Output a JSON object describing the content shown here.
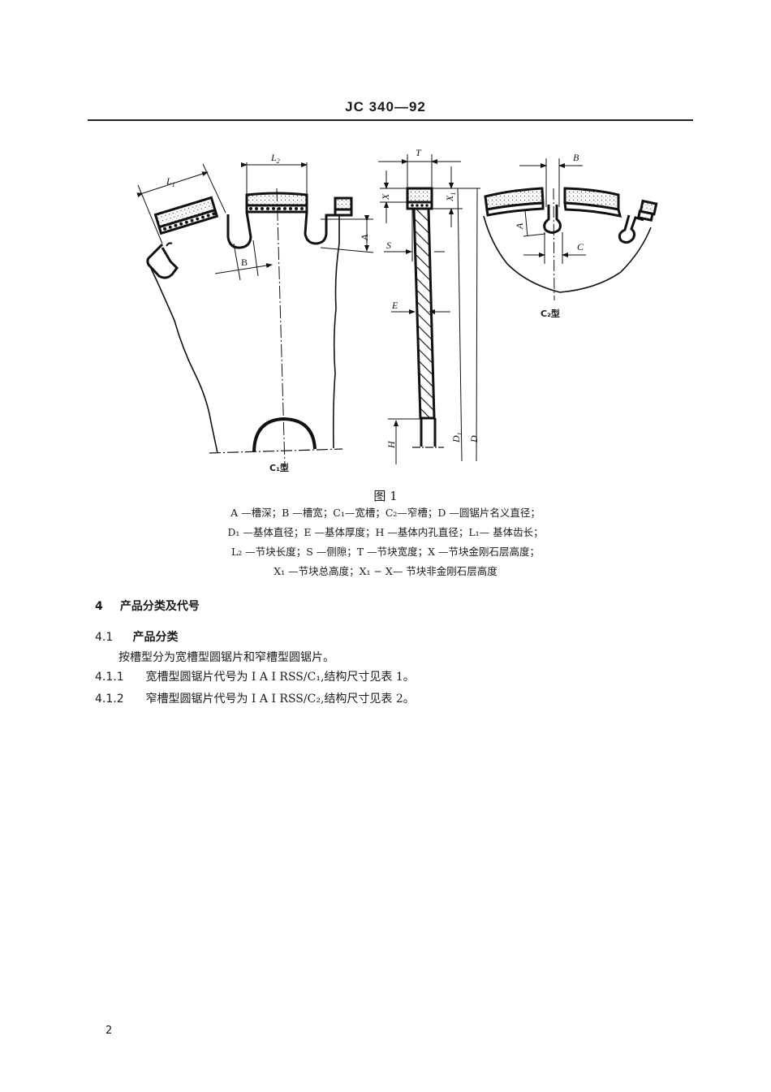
{
  "header": {
    "standard_code": "JC 340—92"
  },
  "figure": {
    "title": "图 1",
    "left_diagram": {
      "caption": "C₁型",
      "dimension_labels": [
        "L₁",
        "L₂",
        "A",
        "B"
      ]
    },
    "middle_diagram": {
      "dimension_labels": [
        "T",
        "X",
        "X₁",
        "S",
        "E",
        "H",
        "D₁",
        "D"
      ]
    },
    "right_diagram": {
      "caption": "C₂型",
      "dimension_labels": [
        "A",
        "B",
        "C"
      ]
    },
    "legend_lines": [
      "A —槽深；B —槽宽；C₁—宽槽；C₂—窄槽；D —圆锯片名义直径；",
      "D₁ —基体直径；E —基体厚度；H —基体内孔直径；L₁— 基体齿长；",
      "L₂ —节块长度；S —侧隙；T —节块宽度；X —节块金刚石层高度；",
      "X₁ —节块总高度；X₁ − X— 节块非金刚石层高度"
    ]
  },
  "sections": [
    {
      "number": "4",
      "title": "产品分类及代号"
    },
    {
      "number": "4.1",
      "title": "产品分类",
      "body": "按槽型分为宽槽型圆锯片和窄槽型圆锯片。"
    },
    {
      "number": "4.1.1",
      "text": "宽槽型圆锯片代号为 I A I RSS/C₁,结构尺寸见表 1。"
    },
    {
      "number": "4.1.2",
      "text": "窄槽型圆锯片代号为 I A I RSS/C₂,结构尺寸见表 2。"
    }
  ],
  "footer": {
    "page_number": "2"
  }
}
